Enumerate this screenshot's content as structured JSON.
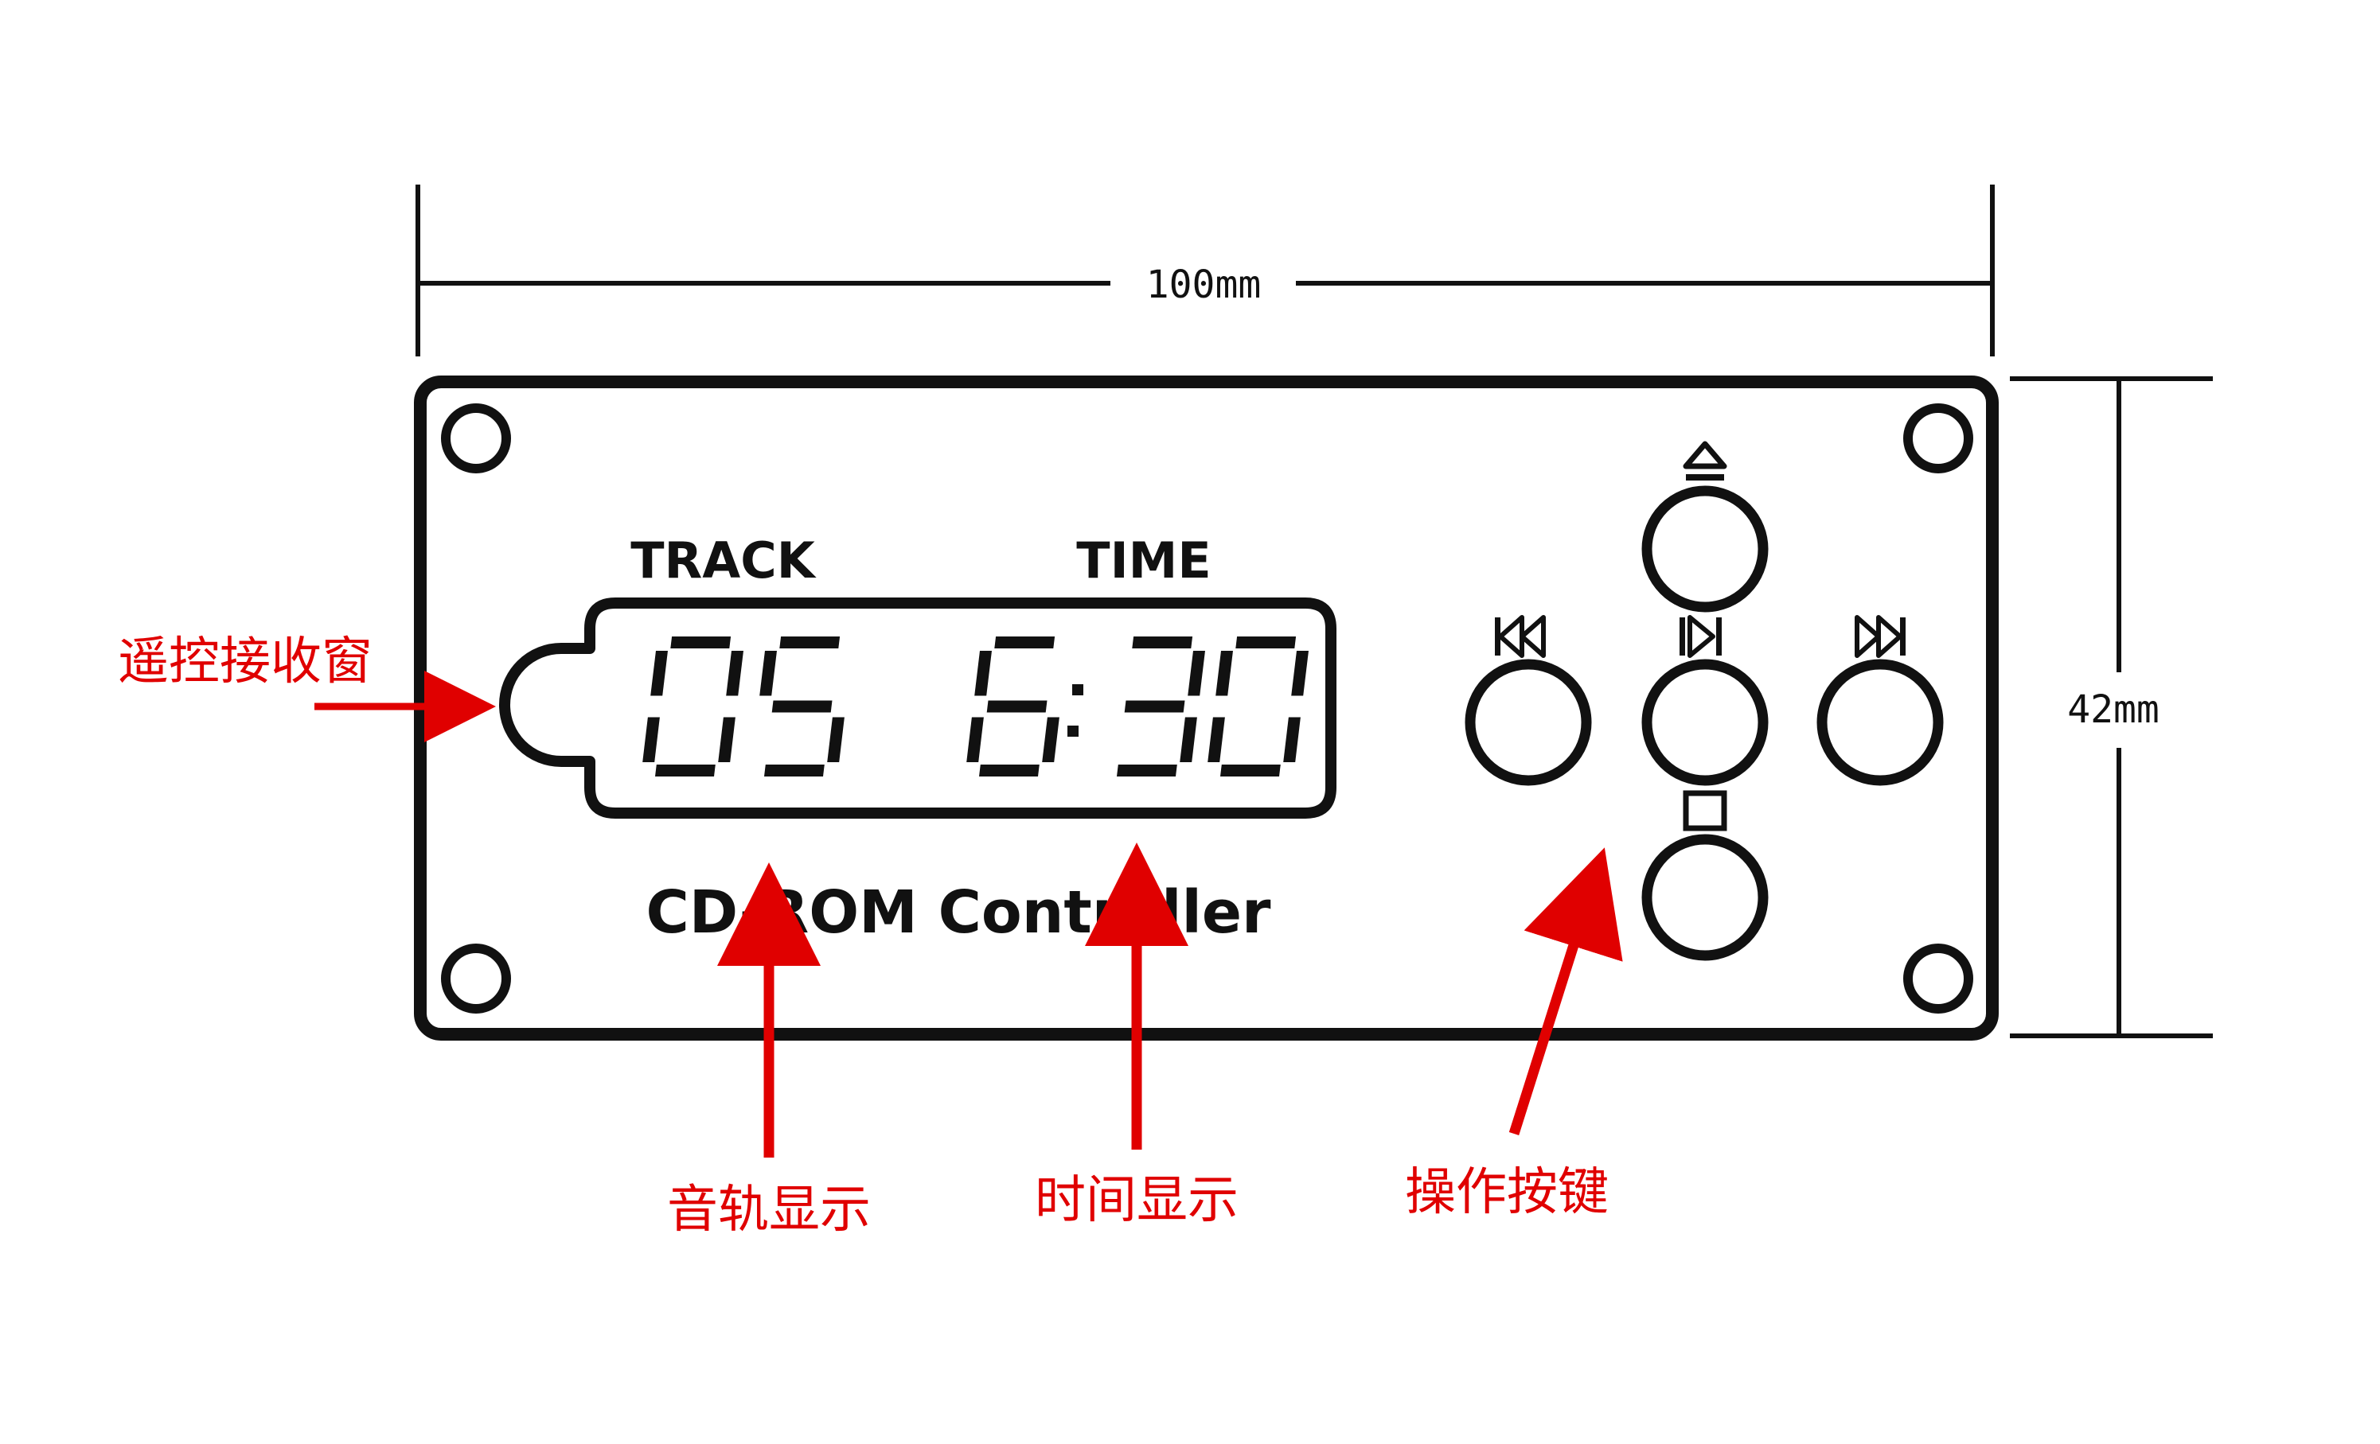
{
  "dimensions": {
    "width_label": "100mm",
    "height_label": "42mm"
  },
  "panel": {
    "track_label": "TRACK",
    "time_label": "TIME",
    "title": "CD-ROM Controller",
    "display": {
      "track_digits": "05",
      "time_minutes": "6",
      "time_colon": ":",
      "time_seconds": "30"
    },
    "buttons": {
      "eject_symbol": "⏏",
      "prev_symbol": "⏮",
      "play_pause_symbol": "⏯",
      "next_symbol": "⏭",
      "stop_symbol": "◻"
    }
  },
  "callouts": {
    "remote_window": "遥控接收窗",
    "track_display": "音轨显示",
    "time_display": "时间显示",
    "control_buttons": "操作按键"
  },
  "colors": {
    "line": "#111111",
    "callout": "#e00000",
    "background": "#ffffff"
  }
}
